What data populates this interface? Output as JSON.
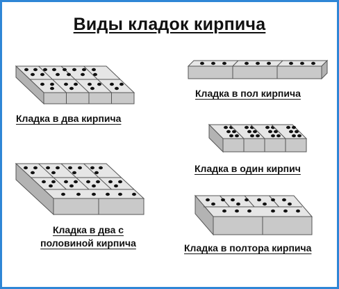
{
  "title": "Виды кладок кирпича",
  "captions": {
    "two_bricks": "Кладка в два кирпича",
    "half_brick": "Кладка в пол кирпича",
    "one_brick": "Кладка в один кирпич",
    "two_half_line1": "Кладка в два с",
    "two_half_line2": "половиной кирпича",
    "one_half_brick": "Кладка в полтора кирпича"
  },
  "colors": {
    "border": "#2f86d6",
    "brick_top": "#e6e6e6",
    "brick_front": "#c9c9c9",
    "brick_edge": "#555555",
    "hole": "#111111"
  }
}
